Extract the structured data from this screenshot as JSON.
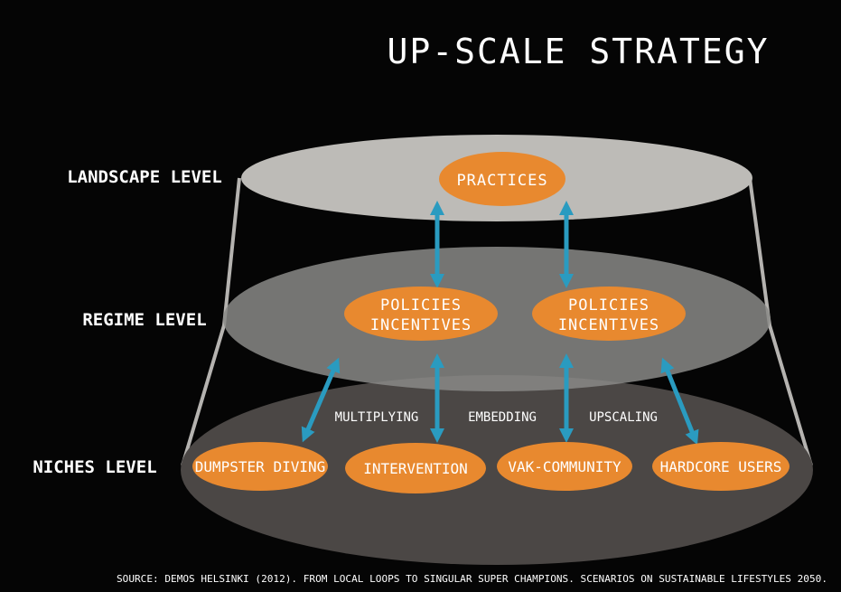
{
  "title": "UP-SCALE STRATEGY",
  "levels": {
    "landscape": "LANDSCAPE LEVEL",
    "regime": "REGIME LEVEL",
    "niches": "NICHES LEVEL"
  },
  "landscape_nodes": [
    "PRACTICES"
  ],
  "regime_nodes": [
    {
      "line1": "POLICIES",
      "line2": "INCENTIVES"
    },
    {
      "line1": "POLICIES",
      "line2": "INCENTIVES"
    }
  ],
  "niche_nodes": [
    "DUMPSTER DIVING",
    "INTERVENTION",
    "VAK-COMMUNITY",
    "HARDCORE USERS"
  ],
  "relations": [
    "MULTIPLYING",
    "EMBEDDING",
    "UPSCALING"
  ],
  "source": "SOURCE: DEMOS HELSINKI (2012). FROM LOCAL LOOPS TO SINGULAR SUPER CHAMPIONS. SCENARIOS ON SUSTAINABLE LIFESTYLES 2050.",
  "colors": {
    "background": "#050505",
    "landscape": "#bdbbb7",
    "regime": "#7b7a78",
    "niches": "#4b4745",
    "node": "#e8892f",
    "arrow": "#2a9bc0",
    "frame": "#b5b3b0"
  }
}
